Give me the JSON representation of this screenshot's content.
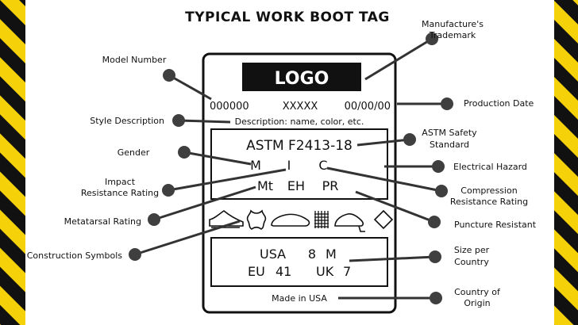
{
  "title": "TYPICAL WORK BOOT TAG",
  "tag": {
    "logo": "LOGO",
    "model_number": "000000",
    "style_code": "XXXXX",
    "production_date": "00/00/00",
    "description": "Description: name, color, etc.",
    "astm": "ASTM F2413-18",
    "gender_code": "M",
    "impact_code": "I",
    "compression_code": "C",
    "metatarsal_code": "Mt",
    "electrical_code": "EH",
    "puncture_code": "PR",
    "size_usa": "USA",
    "size_usa_value": "8",
    "size_usa_width": "M",
    "size_eu": "EU",
    "size_eu_value": "41",
    "size_uk": "UK",
    "size_uk_value": "7",
    "made_in": "Made in USA"
  },
  "labels": {
    "manufacturer_1": "Manufacture's",
    "manufacturer_2": "Trademark",
    "model_number": "Model Number",
    "production_date": "Production Date",
    "style_description": "Style Description",
    "astm_1": "ASTM Safety",
    "astm_2": "Standard",
    "gender": "Gender",
    "electrical": "Electrical Hazard",
    "impact_1": "Impact",
    "impact_2": "Resistance Rating",
    "compression_1": "Compression",
    "compression_2": "Resistance Rating",
    "metatarsal": "Metatarsal Rating",
    "puncture": "Puncture Resistant",
    "construction": "Construction Symbols",
    "size_1": "Size per",
    "size_2": "Country",
    "origin_1": "Country of",
    "origin_2": "Origin"
  },
  "colors": {
    "stripe_yellow": "#f5d10a",
    "stripe_black": "#111111",
    "dot": "#3f3f3f",
    "ink": "#111111"
  },
  "icons": [
    "shoe-outline-icon",
    "leather-hide-icon",
    "shoe-outline-icon",
    "mesh-grid-icon",
    "boot-with-heel-icon",
    "diamond-icon"
  ]
}
